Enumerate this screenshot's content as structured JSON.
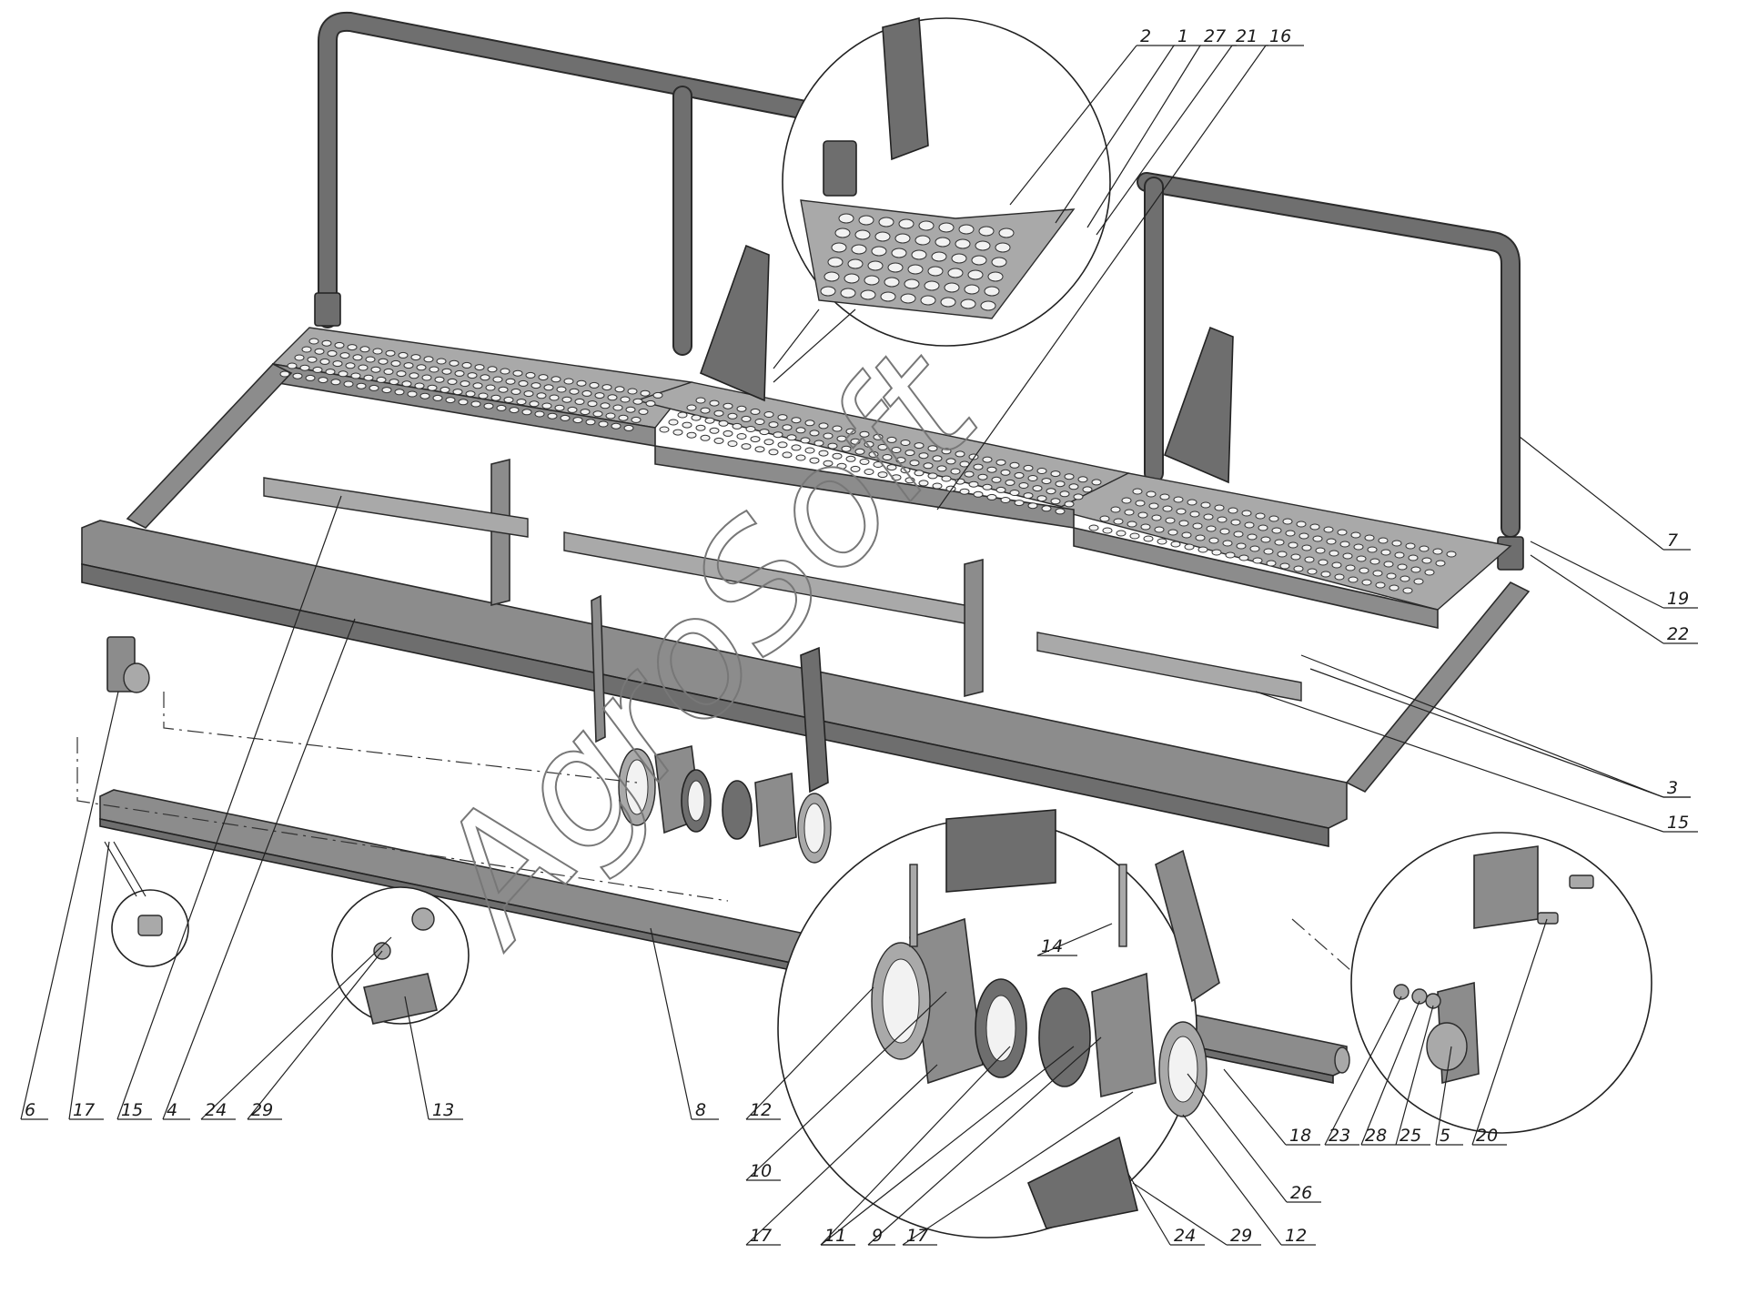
{
  "callouts": [
    {
      "id": "c2",
      "label": "2"
    },
    {
      "id": "c1",
      "label": "1"
    },
    {
      "id": "c27",
      "label": "27"
    },
    {
      "id": "c21",
      "label": "21"
    },
    {
      "id": "c16",
      "label": "16"
    },
    {
      "id": "c7",
      "label": "7"
    },
    {
      "id": "c19",
      "label": "19"
    },
    {
      "id": "c22",
      "label": "22"
    },
    {
      "id": "c3",
      "label": "3"
    },
    {
      "id": "c15r",
      "label": "15"
    },
    {
      "id": "c6",
      "label": "6"
    },
    {
      "id": "c17a",
      "label": "17"
    },
    {
      "id": "c15l",
      "label": "15"
    },
    {
      "id": "c4",
      "label": "4"
    },
    {
      "id": "c24a",
      "label": "24"
    },
    {
      "id": "c29a",
      "label": "29"
    },
    {
      "id": "c13",
      "label": "13"
    },
    {
      "id": "c8",
      "label": "8"
    },
    {
      "id": "c12a",
      "label": "12"
    },
    {
      "id": "c14",
      "label": "14"
    },
    {
      "id": "c10",
      "label": "10"
    },
    {
      "id": "c18",
      "label": "18"
    },
    {
      "id": "c23",
      "label": "23"
    },
    {
      "id": "c28",
      "label": "28"
    },
    {
      "id": "c25",
      "label": "25"
    },
    {
      "id": "c5",
      "label": "5"
    },
    {
      "id": "c20",
      "label": "20"
    },
    {
      "id": "c26",
      "label": "26"
    },
    {
      "id": "c17b",
      "label": "17"
    },
    {
      "id": "c11",
      "label": "11"
    },
    {
      "id": "c9",
      "label": "9"
    },
    {
      "id": "c17c",
      "label": "17"
    },
    {
      "id": "c24b",
      "label": "24"
    },
    {
      "id": "c29b",
      "label": "29"
    },
    {
      "id": "c12b",
      "label": "12"
    }
  ],
  "watermark": "AgroSoft",
  "colors": {
    "metal": "#8c8c8c",
    "line": "#222222",
    "background": "#ffffff"
  }
}
